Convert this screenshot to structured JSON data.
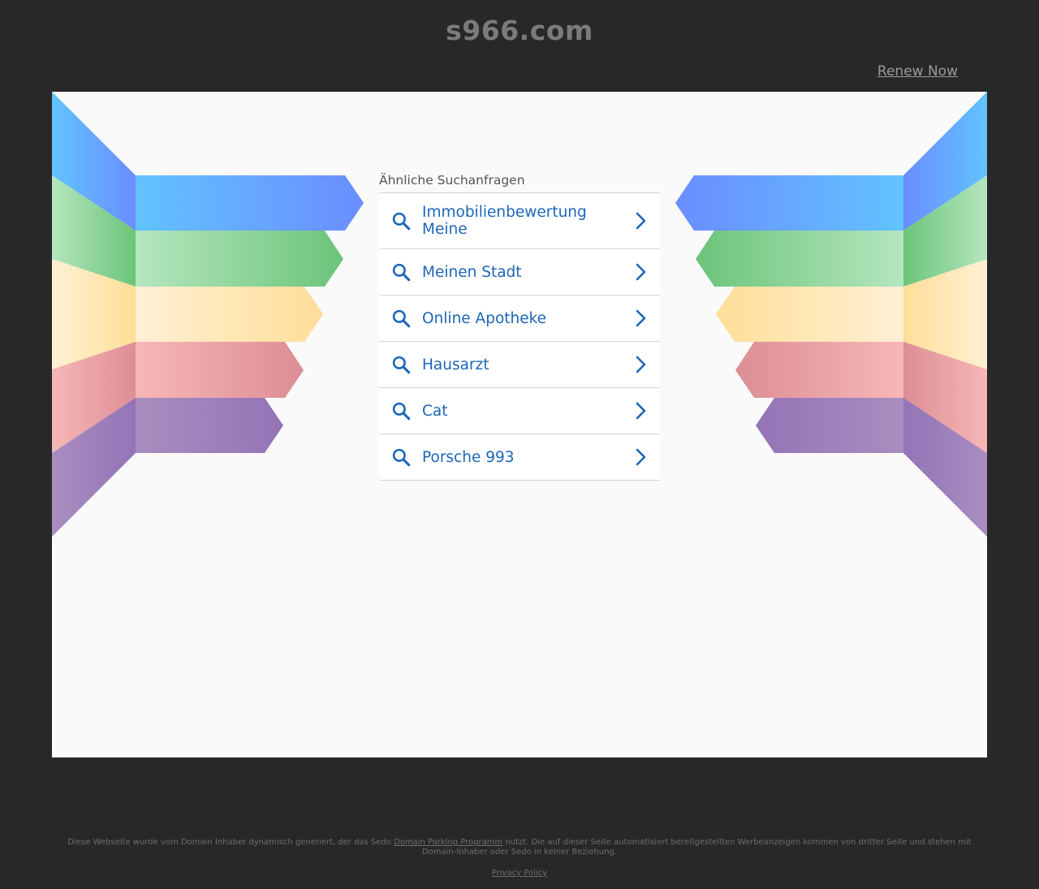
{
  "header": {
    "domain": "s966.com",
    "renew_label": "Renew Now"
  },
  "related": {
    "heading": "Ähnliche Suchanfragen",
    "items": [
      {
        "label": "Immobilienbewertung Meine"
      },
      {
        "label": "Meinen Stadt"
      },
      {
        "label": "Online Apotheke"
      },
      {
        "label": "Hausarzt"
      },
      {
        "label": "Cat"
      },
      {
        "label": "Porsche 993"
      }
    ]
  },
  "footer": {
    "text_before": "Diese Webseite wurde vom Domain Inhaber dynamisch generiert, der das Sedo ",
    "link": "Domain Parking Programm",
    "text_after": " nutzt. Die auf dieser Seite automatisiert bereitgestellten Werbeanzeigen kommen von dritter Seite und stehen mit Domain-Inhaber oder Sedo in keiner Beziehung.",
    "privacy": "Privacy Policy"
  },
  "colors": {
    "background": "#282828",
    "panel": "#fafafa",
    "link_blue": "#1c66b8",
    "stripe_blue": "#6a9cff",
    "stripe_green": "#6fc67d",
    "stripe_yellow": "#ffe09a",
    "stripe_red": "#e09292",
    "stripe_purple": "#9c7cbf"
  },
  "icons": {
    "search": "search-icon",
    "chevron": "chevron-right-icon"
  }
}
